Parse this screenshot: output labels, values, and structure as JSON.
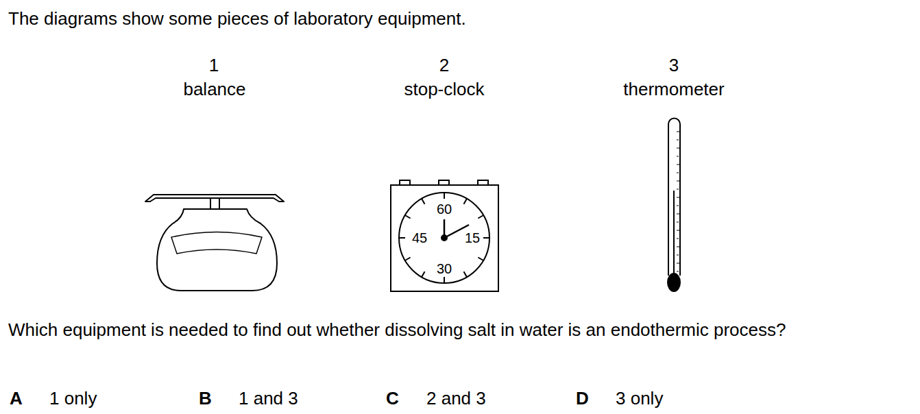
{
  "diagram": {
    "labels": [
      "The diagrams show some pieces of laboratory equipment.",
      "1",
      "balance",
      "2",
      "stop-clock",
      "3",
      "thermometer",
      "60",
      "45",
      "15",
      "30",
      "Which equipment is needed to find out whether dissolving salt in water is an endothermic process?",
      "A",
      "1 only",
      "B",
      "1 and 3",
      "C",
      "2 and 3",
      "D",
      "3 only"
    ]
  }
}
